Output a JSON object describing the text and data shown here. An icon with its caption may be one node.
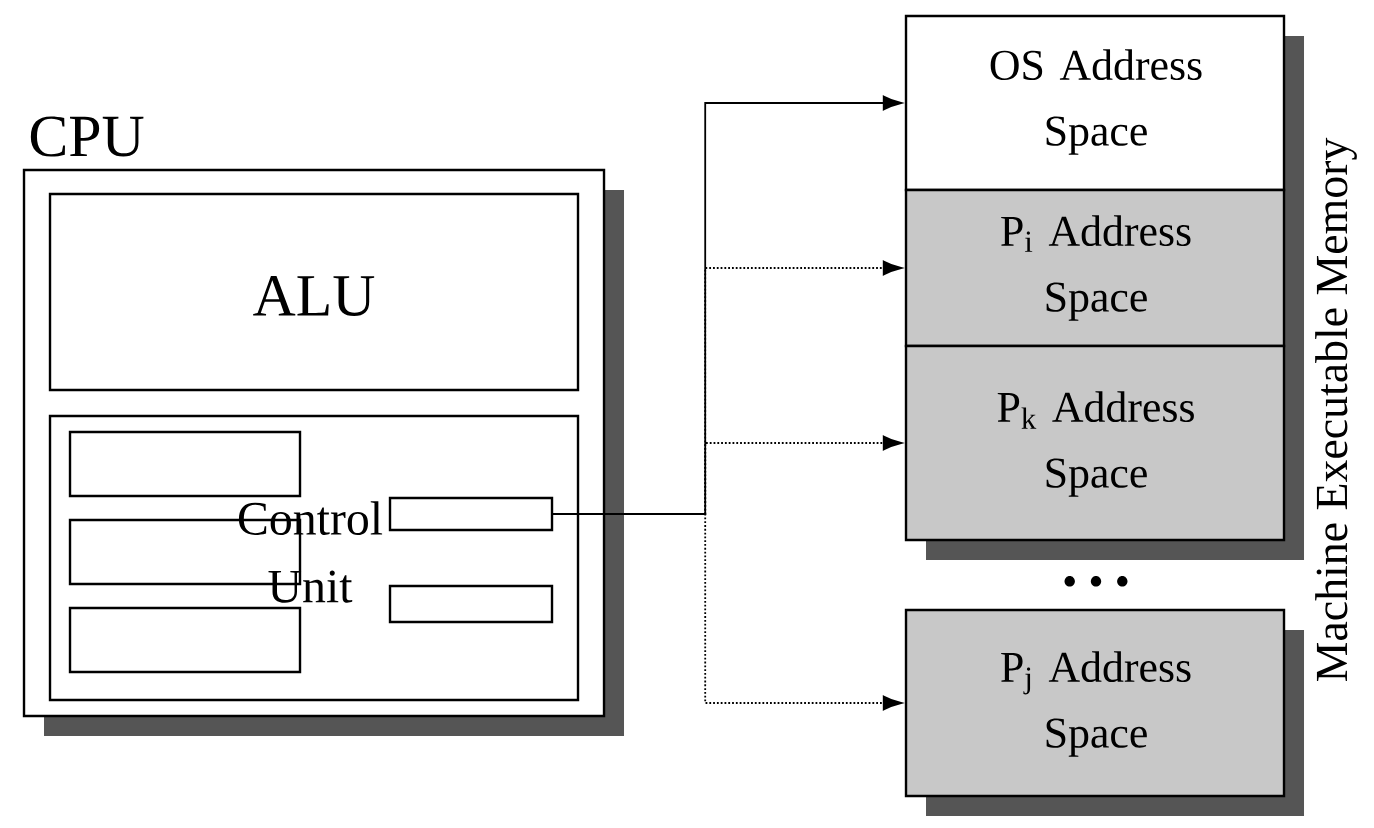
{
  "diagram": {
    "nodes": [
      {
        "text": [
          "CPU"
        ]
      },
      {
        "text": [
          "ALU"
        ],
        "in": 0
      },
      {
        "text": [
          "Control Unit"
        ],
        "in": 0
      },
      {
        "text": [],
        "shape": "box",
        "in": 2
      },
      {
        "text": [],
        "shape": "box",
        "in": 2
      },
      {
        "text": [],
        "shape": "box",
        "in": 2
      },
      {
        "text": [],
        "shape": "box",
        "in": 2
      },
      {
        "text": [],
        "shape": "box",
        "in": 2
      },
      {
        "text": [
          "OS Address Space"
        ]
      },
      {
        "text": [
          "P$_{i}$ Address Space"
        ]
      },
      {
        "text": [
          "P$_{k}$ Address Space"
        ]
      },
      {
        "text": [
          "P$_{j}$ Address Space"
        ]
      }
    ],
    "edges": [
      {
        "from": 6,
        "to": 8,
        "arrow": "to"
      },
      {
        "from": 6,
        "to": 9,
        "arrow": "to",
        "style": "dashed"
      },
      {
        "from": 6,
        "to": 10,
        "arrow": "to",
        "style": "dashed"
      },
      {
        "from": 6,
        "to": 11,
        "arrow": "to",
        "style": "dashed"
      }
    ],
    "labels": [
      "• • •",
      "Machine Executable Memory"
    ]
  }
}
